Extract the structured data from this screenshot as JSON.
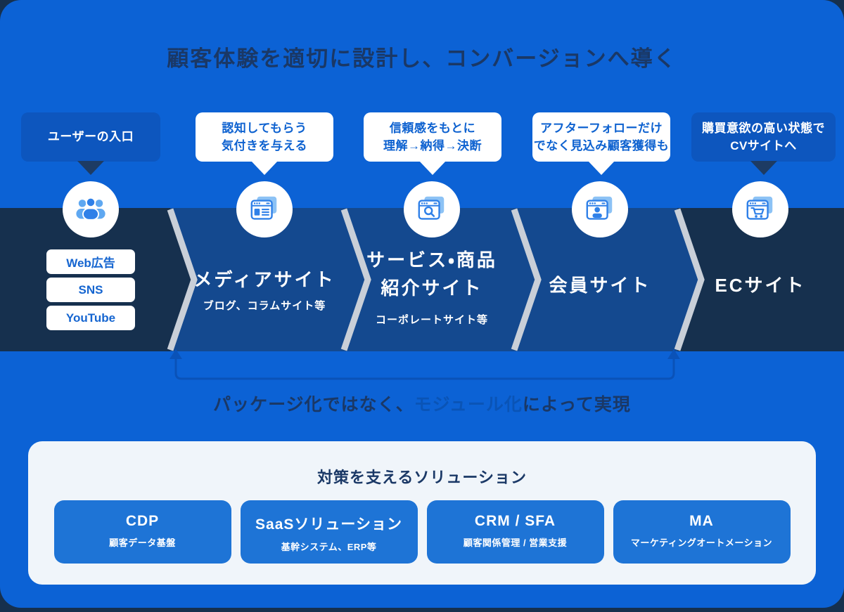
{
  "title": "顧客体験を適切に設計し、コンバージョンへ導く",
  "callouts": [
    {
      "style": "blue",
      "lines": [
        "ユーザーの入口"
      ]
    },
    {
      "style": "white",
      "lines": [
        "認知してもらう",
        "気付きを与える"
      ]
    },
    {
      "style": "white",
      "lines": [
        "信頼感をもとに",
        "理解→納得→決断"
      ]
    },
    {
      "style": "white",
      "lines": [
        "アフターフォローだけ",
        "でなく見込み顧客獲得も"
      ]
    },
    {
      "style": "blue",
      "lines": [
        "購買意欲の高い状態で",
        "CVサイトへ"
      ]
    }
  ],
  "journey": {
    "stages": [
      {
        "icon": "users-icon",
        "entry_channels": [
          "Web広告",
          "SNS",
          "YouTube"
        ]
      },
      {
        "icon": "media-site-icon",
        "title": "メディアサイト",
        "subtitle": "ブログ、コラムサイト等"
      },
      {
        "icon": "search-site-icon",
        "title_line1": "サービス・商品",
        "title_line2": "紹介サイト",
        "subtitle": "コーポレートサイト等"
      },
      {
        "icon": "member-site-icon",
        "title": "会員サイト"
      },
      {
        "icon": "ec-cart-icon",
        "title": "ECサイト"
      }
    ]
  },
  "statement": {
    "part1": "パッケージ化ではなく、",
    "highlight": "モジュール化",
    "part2": "によって実現"
  },
  "solutions": {
    "heading": "対策を支えるソリューション",
    "items": [
      {
        "name": "CDP",
        "description": "顧客データ基盤"
      },
      {
        "name": "SaaSソリューション",
        "description": "基幹システム、ERP等"
      },
      {
        "name": "CRM / SFA",
        "description": "顧客関係管理 / 営業支援"
      },
      {
        "name": "MA",
        "description": "マーケティングオートメーション"
      }
    ]
  },
  "colors": {
    "page-navy": "#16304E",
    "panel-blue": "#0C62D5",
    "navy-text": "#1A3866",
    "callout-blue-bg": "#0D56BE",
    "callout-blue-text": "#0E62D0",
    "tail-navy": "#1D3B63",
    "band-blue": "#14498F",
    "band-navy": "#16304E",
    "chevron-gray": "#C9CFD8",
    "pill-text": "#1565D0",
    "bracket-blue": "#0A52B8",
    "highlight-blue": "#0A54B6",
    "solutions-bg": "#F0F5FA",
    "solution-btn-blue": "#1E74D6",
    "icon-blue": "#2F80E8",
    "icon-light-blue": "#8CC2F5"
  }
}
